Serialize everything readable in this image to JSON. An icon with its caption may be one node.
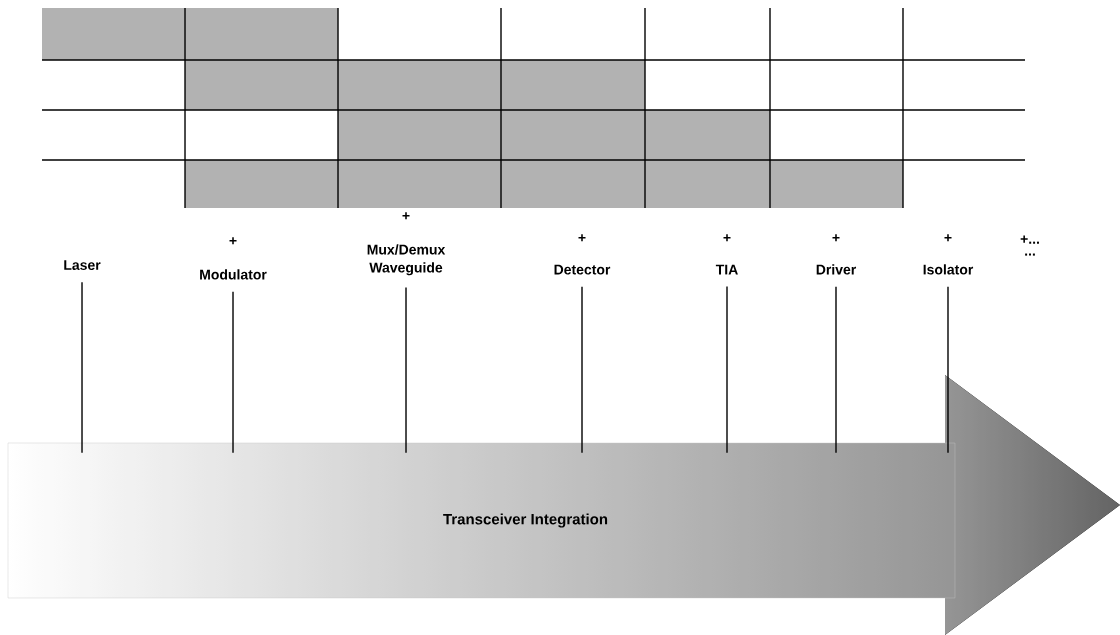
{
  "diagram": {
    "nodes": [
      {
        "text": [
          "Laser"
        ]
      },
      {
        "text": [
          "+",
          "Modulator"
        ]
      },
      {
        "text": [
          "+",
          "Mux/Demux Waveguide"
        ]
      },
      {
        "text": [
          "+",
          "Detector"
        ]
      },
      {
        "text": [
          "+",
          "TIA"
        ]
      },
      {
        "text": [
          "+",
          "Driver"
        ]
      },
      {
        "text": [
          "+",
          "Isolator"
        ]
      },
      {
        "text": [
          "Transceiver Integration"
        ]
      }
    ],
    "edges": [
      {
        "from": 0,
        "to": 7,
        "arrow": "none"
      },
      {
        "from": 1,
        "to": 7,
        "arrow": "none"
      },
      {
        "from": 2,
        "to": 7,
        "arrow": "none"
      },
      {
        "from": 3,
        "to": 7,
        "arrow": "none"
      },
      {
        "from": 4,
        "to": 7,
        "arrow": "none"
      },
      {
        "from": 5,
        "to": 7,
        "arrow": "none"
      },
      {
        "from": 6,
        "to": 7,
        "arrow": "none"
      }
    ],
    "labels": [
      "+...",
      "..."
    ]
  }
}
